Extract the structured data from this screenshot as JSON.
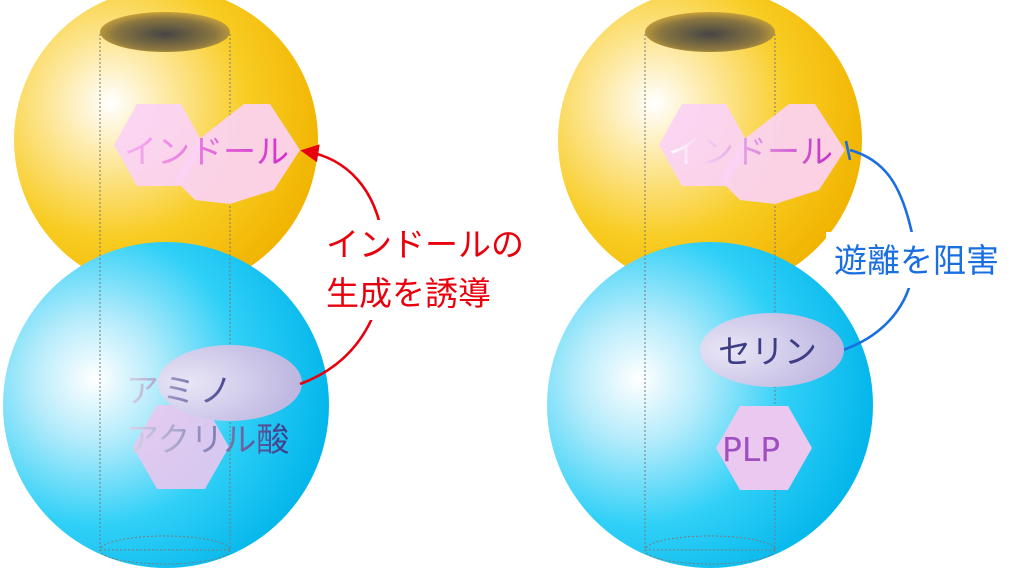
{
  "left_panel": {
    "indole_label": "インドール",
    "induction_label_line1": "インドールの",
    "induction_label_line2": "生成を誘導",
    "amino_label_line1": "アミノ",
    "amino_label_line2": "アクリル酸"
  },
  "right_panel": {
    "indole_label": "インドール",
    "block_label": "遊離を阻害",
    "serine_label": "セリン",
    "plp_label": "PLP"
  },
  "colors": {
    "gold_sphere": "#f5c400",
    "cyan_sphere": "#00c8f5",
    "hexagon_pink": "#fbd3f5",
    "indole_text": "#e040d8",
    "induction_arrow": "#e8000c",
    "block_line": "#1a6fe0",
    "ellipse_lavender": "#c4bde4",
    "serine_text": "#3d3d86",
    "plp_hexagon": "#ebc8f0",
    "plp_text": "#a04fc0"
  }
}
